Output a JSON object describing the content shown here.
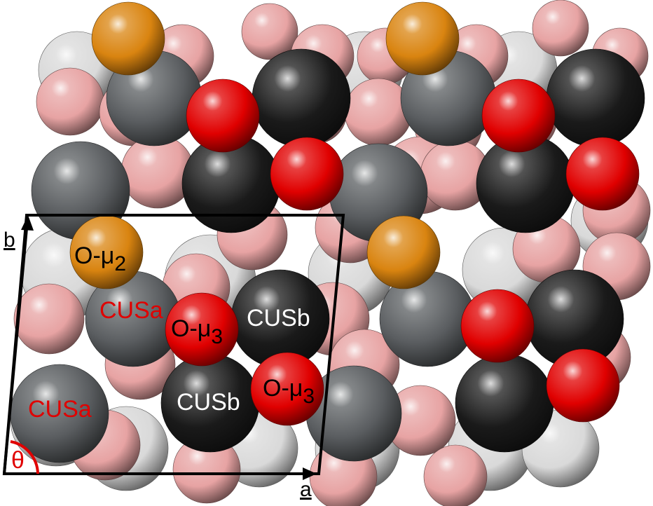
{
  "labels": {
    "o_mu2": "O-μ",
    "o_mu2_sub": "2",
    "cusa_top": "CUSa",
    "o_mu3_top": "O-μ",
    "o_mu3_top_sub": "3",
    "cusb_top": "CUSb",
    "cusa_bottom": "CUSa",
    "cusb_bottom": "CUSb",
    "o_mu3_bottom": "O-μ",
    "o_mu3_bottom_sub": "3",
    "axis_a": "a",
    "axis_b": "b",
    "angle": "θ"
  },
  "colors": {
    "pink": "#e7a3a3",
    "light_gray": "#d9d9d9",
    "dark_gray": "#5a5d60",
    "black": "#1a1a1a",
    "red": "#e00000",
    "orange": "#d98410",
    "cusa_text": "#e00000",
    "cusb_text": "#ffffff",
    "o_text": "#000000"
  },
  "atom_types": [
    "pink",
    "light_gray",
    "dark_gray",
    "black",
    "red",
    "orange"
  ]
}
